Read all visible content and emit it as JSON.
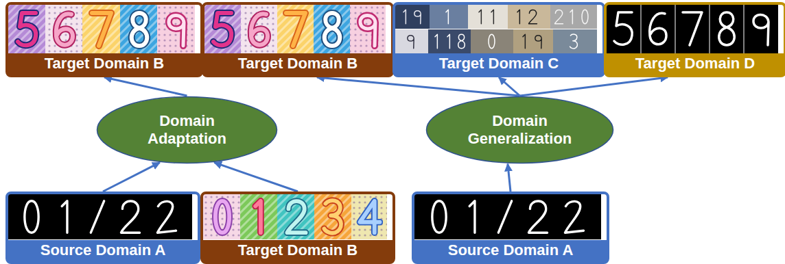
{
  "diagram": {
    "nodes": [
      {
        "text": [
          "Target Domain B"
        ]
      },
      {
        "text": [
          "Target Domain B"
        ]
      },
      {
        "text": [
          "Target Domain C"
        ]
      },
      {
        "text": [
          "Target Domain D"
        ]
      },
      {
        "text": [
          "Domain Adaptation"
        ]
      },
      {
        "text": [
          "Domain Generalization"
        ]
      },
      {
        "text": [
          "Source Domain A"
        ]
      },
      {
        "text": [
          "Target Domain B"
        ]
      },
      {
        "text": [
          "Source Domain A"
        ]
      }
    ],
    "edges": [
      {
        "from": 6,
        "to": 4,
        "arrow": "to"
      },
      {
        "from": 7,
        "to": 4,
        "arrow": "to"
      },
      {
        "from": 4,
        "to": 0,
        "arrow": "to"
      },
      {
        "from": 8,
        "to": 5,
        "arrow": "to"
      },
      {
        "from": 5,
        "to": 1,
        "arrow": "to"
      },
      {
        "from": 5,
        "to": 2,
        "arrow": "to"
      },
      {
        "from": 5,
        "to": 3,
        "arrow": "to"
      }
    ]
  }
}
